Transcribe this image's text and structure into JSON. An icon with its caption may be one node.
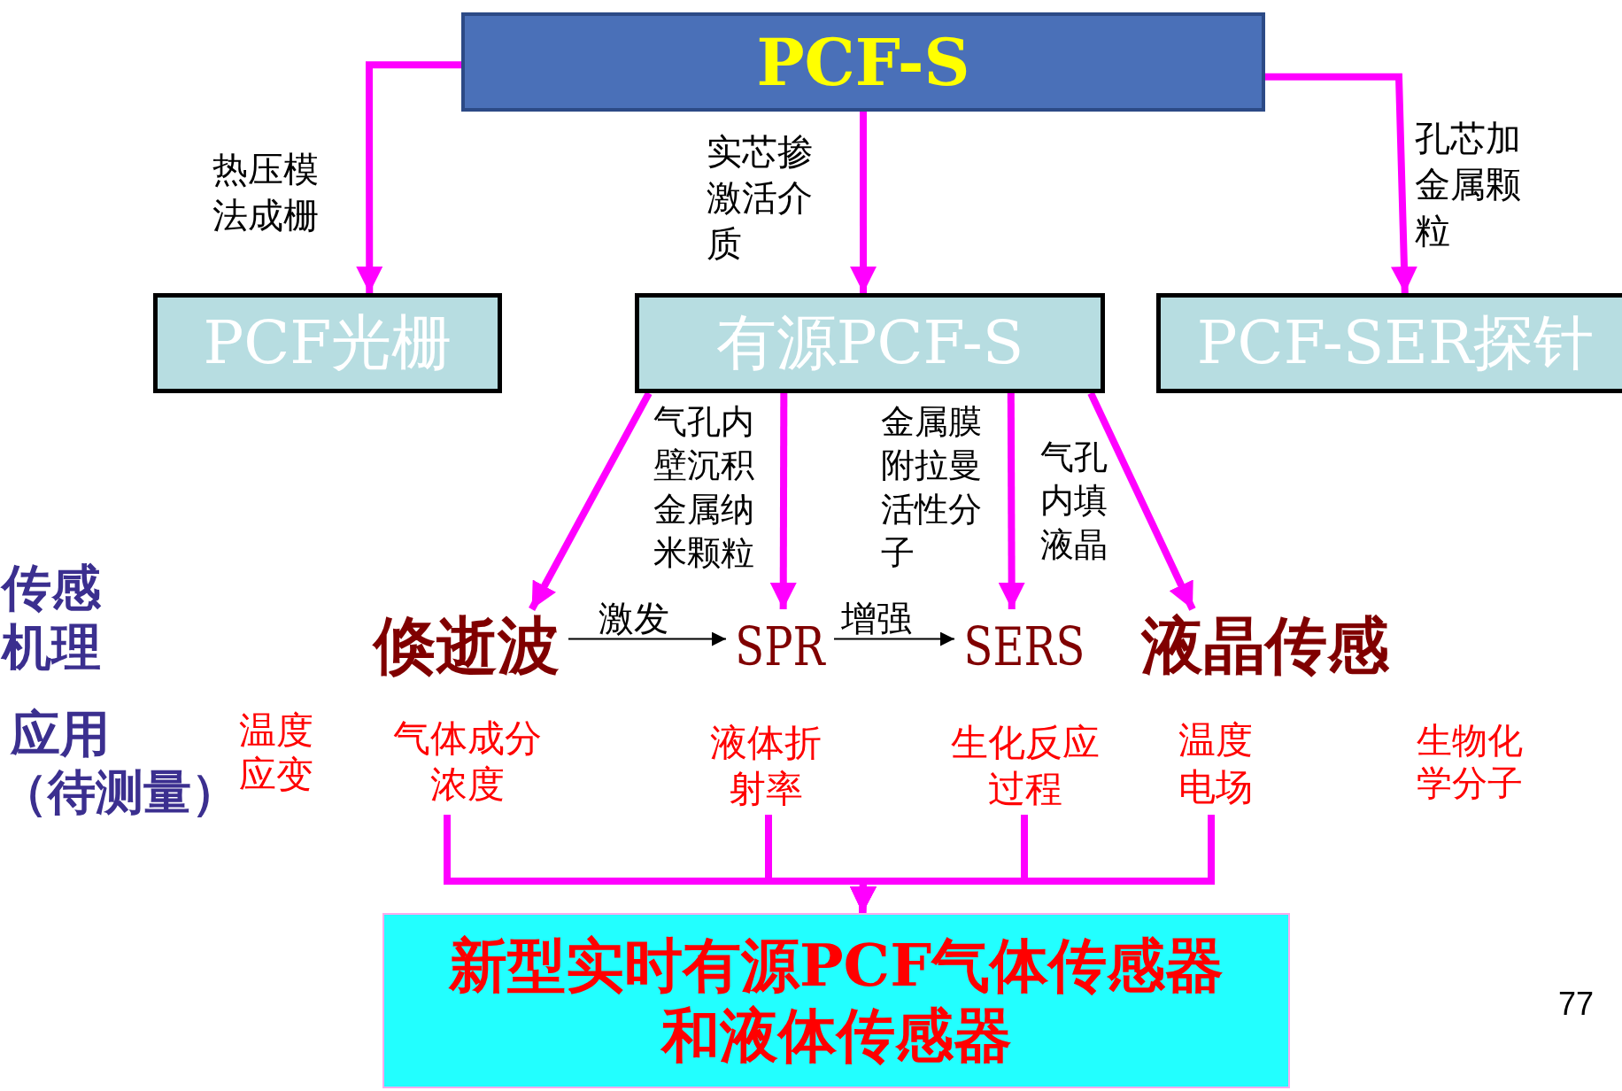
{
  "diagram": {
    "nodes": [
      {
        "text": [
          "PCF-S"
        ]
      },
      {
        "text": [
          "PCF光栅"
        ]
      },
      {
        "text": [
          "有源PCF-S"
        ]
      },
      {
        "text": [
          "PCF-SER探针"
        ]
      },
      {
        "text": [
          "倏逝波"
        ]
      },
      {
        "text": [
          "SPR"
        ]
      },
      {
        "text": [
          "SERS"
        ]
      },
      {
        "text": [
          "液晶传感"
        ]
      },
      {
        "text": [
          "气体成分浓度"
        ]
      },
      {
        "text": [
          "液体折射率"
        ]
      },
      {
        "text": [
          "生化反应过程"
        ]
      },
      {
        "text": [
          "温度电场"
        ]
      },
      {
        "text": [
          "新型实时有源PCF气体传感器和液体传感器"
        ]
      }
    ],
    "edges": [
      {
        "from": 0,
        "to": 1,
        "arrow": "to",
        "label": "热压模法成栅"
      },
      {
        "from": 0,
        "to": 2,
        "arrow": "to",
        "label": "实芯掺激活介质"
      },
      {
        "from": 0,
        "to": 3,
        "arrow": "to",
        "label": "孔芯加金属颗粒"
      },
      {
        "from": 2,
        "to": 4,
        "arrow": "to"
      },
      {
        "from": 2,
        "to": 5,
        "arrow": "to",
        "label": "气孔内壁沉积金属纳米颗粒"
      },
      {
        "from": 2,
        "to": 6,
        "arrow": "to",
        "label": "金属膜附拉曼活性分子"
      },
      {
        "from": 2,
        "to": 7,
        "arrow": "to",
        "label": "气孔内填液晶"
      },
      {
        "from": 4,
        "to": 5,
        "arrow": "to",
        "label": "激发",
        "color": "#000000"
      },
      {
        "from": 5,
        "to": 6,
        "arrow": "to",
        "label": "增强",
        "color": "#000000"
      },
      {
        "from": 8,
        "to": 12,
        "arrow": "to"
      },
      {
        "from": 9,
        "to": 12,
        "arrow": "to"
      },
      {
        "from": 10,
        "to": 12,
        "arrow": "to"
      },
      {
        "from": 11,
        "to": 12,
        "arrow": "to"
      }
    ],
    "labels": [
      "传感机理",
      "应用",
      "（待测量）",
      "温度应变",
      "生物化学分子",
      "77"
    ]
  }
}
